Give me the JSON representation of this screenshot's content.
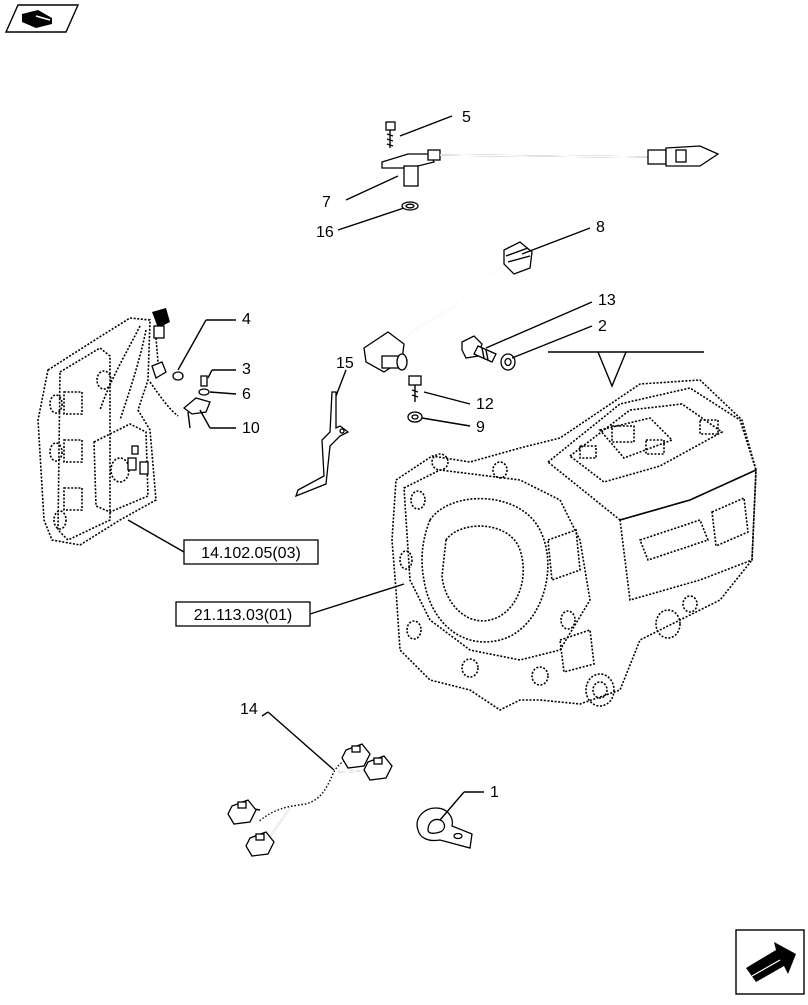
{
  "callouts": [
    "5",
    "7",
    "16",
    "8",
    "13",
    "2",
    "4",
    "3",
    "6",
    "10",
    "15",
    "12",
    "9",
    "14",
    "1"
  ],
  "references": [
    "14.102.05(03)",
    "21.113.03(01)"
  ],
  "icons": {
    "top_left": "book-page-icon",
    "bottom_right": "next-page-arrow-icon"
  }
}
